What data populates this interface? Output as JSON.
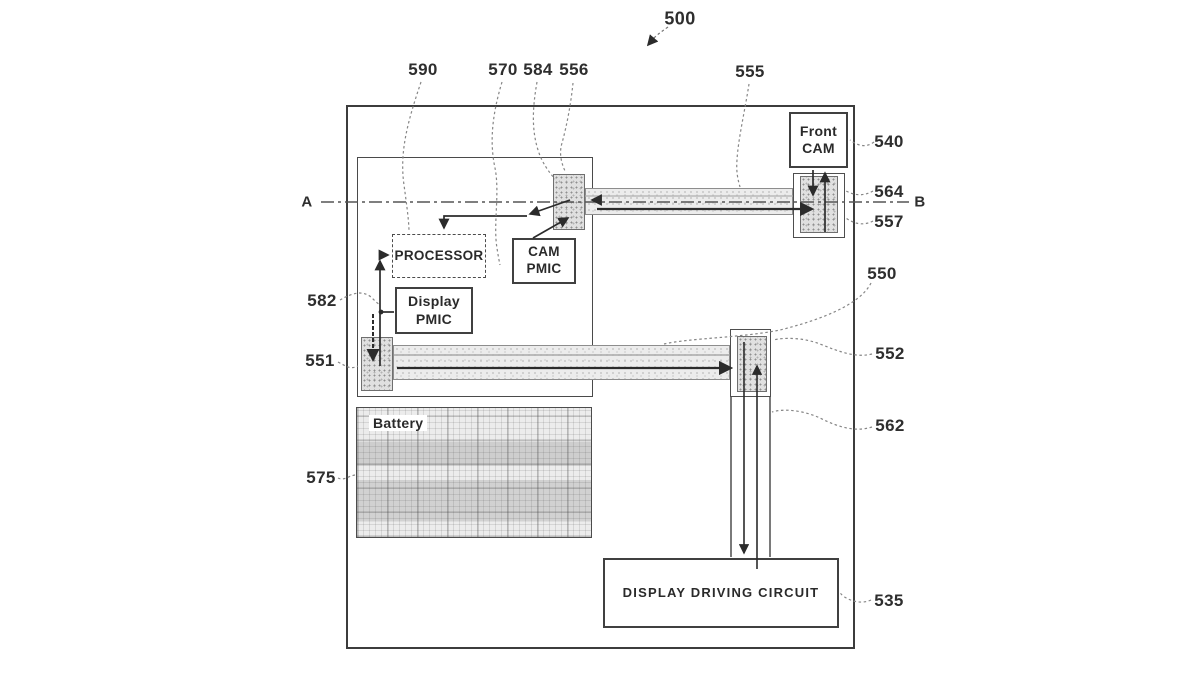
{
  "figure": {
    "refs": {
      "r500": "500",
      "r590": "590",
      "r570": "570",
      "r584": "584",
      "r556": "556",
      "r555": "555",
      "r540": "540",
      "r564": "564",
      "r557": "557",
      "r550": "550",
      "r552": "552",
      "r562": "562",
      "r535": "535",
      "r582": "582",
      "r551": "551",
      "r575": "575"
    },
    "section_markers": {
      "a": "A",
      "b": "B"
    },
    "components": {
      "processor": "PROCESSOR",
      "cam_pmic_l1": "CAM",
      "cam_pmic_l2": "PMIC",
      "display_pmic_l1": "Display",
      "display_pmic_l2": "PMIC",
      "front_cam_l1": "Front",
      "front_cam_l2": "CAM",
      "battery": "Battery",
      "display_driving_circuit": "DISPLAY DRIVING CIRCUIT"
    },
    "colors": {
      "line": "#2b2b2b",
      "leader": "#868686",
      "background": "#ffffff",
      "stipple": "#e0e0e0"
    }
  }
}
